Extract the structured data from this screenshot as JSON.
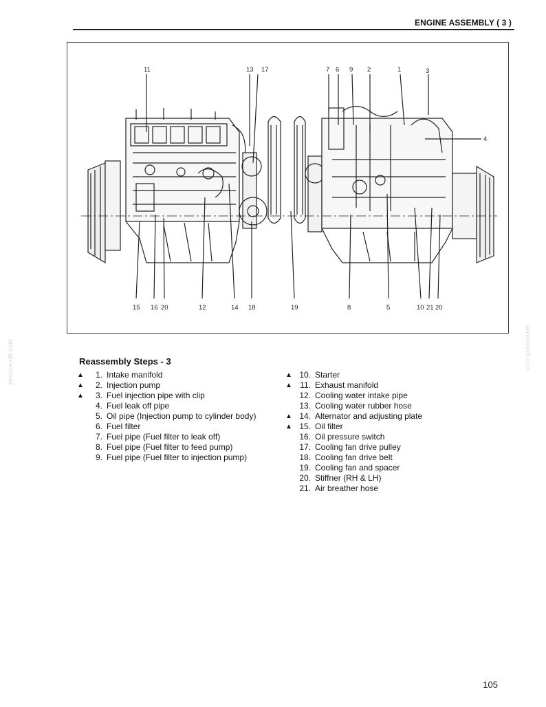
{
  "header": {
    "title": "ENGINE ASSEMBLY ( 3 )"
  },
  "figure": {
    "callouts_top": [
      "11",
      "13",
      "17",
      "7",
      "6",
      "9",
      "2",
      "1",
      "3"
    ],
    "callout_side": "4",
    "callouts_bottom": [
      "15",
      "16",
      "20",
      "12",
      "14",
      "18",
      "19",
      "8",
      "5",
      "10",
      "21",
      "20"
    ]
  },
  "watermark": {
    "text": "servicepdf.com"
  },
  "section": {
    "title": "Reassembly Steps - 3"
  },
  "steps_left": [
    {
      "mark": "▲",
      "num": "1.",
      "text": "Intake manifold"
    },
    {
      "mark": "▲",
      "num": "2.",
      "text": "Injection pump"
    },
    {
      "mark": "▲",
      "num": "3.",
      "text": "Fuel injection pipe with clip"
    },
    {
      "mark": "",
      "num": "4.",
      "text": "Fuel leak off pipe"
    },
    {
      "mark": "",
      "num": "5.",
      "text": "Oil pipe (Injection pump to cylinder body)"
    },
    {
      "mark": "",
      "num": "6.",
      "text": "Fuel filter"
    },
    {
      "mark": "",
      "num": "7.",
      "text": "Fuel pipe (Fuel filter to leak off)"
    },
    {
      "mark": "",
      "num": "8.",
      "text": "Fuel pipe (Fuel filter to feed pump)"
    },
    {
      "mark": "",
      "num": "9.",
      "text": "Fuel pipe (Fuel filter to injection pump)"
    }
  ],
  "steps_right": [
    {
      "mark": "▲",
      "num": "10.",
      "text": "Starter"
    },
    {
      "mark": "▲",
      "num": "11.",
      "text": "Exhaust manifold"
    },
    {
      "mark": "",
      "num": "12.",
      "text": "Cooling water intake pipe"
    },
    {
      "mark": "",
      "num": "13.",
      "text": "Cooling water rubber hose"
    },
    {
      "mark": "▲",
      "num": "14.",
      "text": "Alternator and adjusting plate"
    },
    {
      "mark": "▲",
      "num": "15.",
      "text": "Oil filter"
    },
    {
      "mark": "",
      "num": "16.",
      "text": "Oil pressure switch"
    },
    {
      "mark": "",
      "num": "17.",
      "text": "Cooling fan drive pulley"
    },
    {
      "mark": "",
      "num": "18.",
      "text": "Cooling fan drive belt"
    },
    {
      "mark": "",
      "num": "19.",
      "text": "Cooling fan and spacer"
    },
    {
      "mark": "",
      "num": "20.",
      "text": "Stiffner (RH & LH)"
    },
    {
      "mark": "",
      "num": "21.",
      "text": "Air breather hose"
    }
  ],
  "page": {
    "number": "105"
  }
}
